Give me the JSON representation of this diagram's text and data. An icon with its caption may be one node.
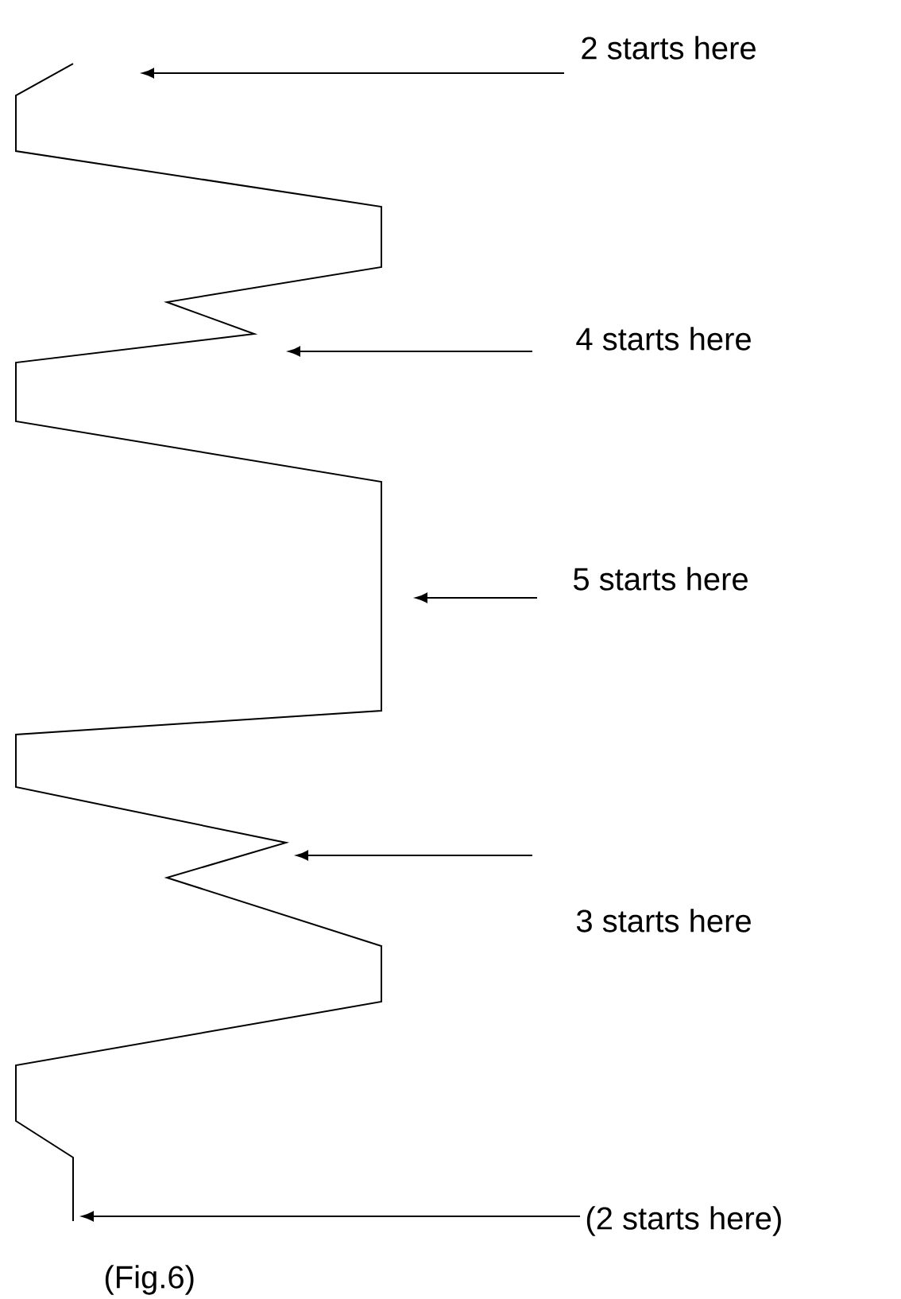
{
  "diagram": {
    "caption": "(Fig.6)",
    "nodes": [
      {
        "text": [
          "2 starts here"
        ]
      },
      {
        "text": [
          "4 starts here"
        ]
      },
      {
        "text": [
          "5 starts here"
        ]
      },
      {
        "text": [
          "3 starts here"
        ]
      },
      {
        "text": [
          "(2 starts here)"
        ]
      }
    ],
    "edges": [
      {
        "from": 0,
        "to": null,
        "arrow": "to"
      },
      {
        "from": 1,
        "to": null,
        "arrow": "to"
      },
      {
        "from": 2,
        "to": null,
        "arrow": "to"
      },
      {
        "from": 3,
        "to": null,
        "arrow": "to"
      },
      {
        "from": 4,
        "to": null,
        "arrow": "to"
      }
    ]
  }
}
